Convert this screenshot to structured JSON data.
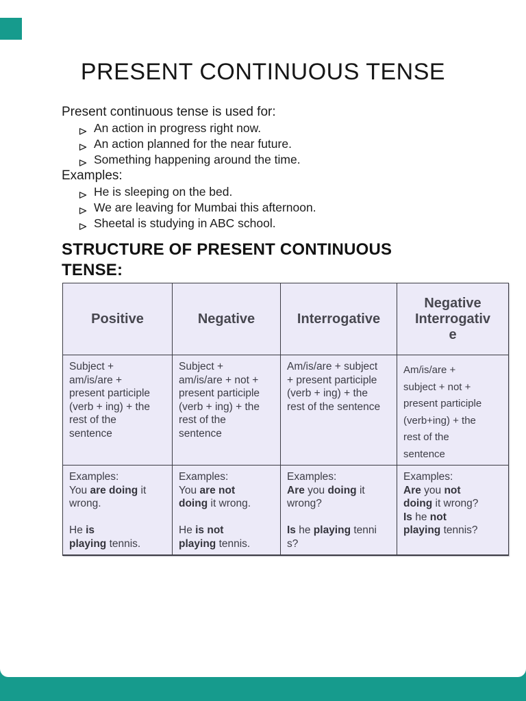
{
  "colors": {
    "accent_teal": "#169B8D",
    "table_cell_bg": "#ECEAF8",
    "table_border": "#3B3B43",
    "table_text": "#3C3C45",
    "table_header_text": "#47474F"
  },
  "doc": {
    "title": "PRESENT CONTINUOUS TENSE",
    "intro": {
      "lead": "Present continuous tense is used for:",
      "bullets": [
        "An action in progress right now.",
        "An action planned for the near future.",
        "Something happening around the time."
      ],
      "examples_label": "Examples:",
      "example_bullets": [
        "He is sleeping on the bed.",
        "We are leaving for Mumbai this afternoon.",
        "Sheetal is studying in ABC school."
      ]
    },
    "section_heading": "STRUCTURE OF PRESENT CONTINUOUS TENSE:",
    "table": {
      "columns": [
        {
          "header": "Positive",
          "header_lines": [
            "Positive"
          ],
          "structure": "Subject + am/is/are + present participle (verb + ing) + the rest of the sentence",
          "structure_lines": [
            "Subject +",
            "am/is/are +",
            "present participle",
            "(verb + ing) + the",
            "rest of the",
            "sentence"
          ],
          "examples_lines": [
            [
              {
                "t": "Examples:"
              }
            ],
            [
              {
                "t": "You "
              },
              {
                "t": "are doing",
                "b": true
              },
              {
                "t": " it"
              }
            ],
            [
              {
                "t": "wrong."
              }
            ],
            [
              {
                "t": ""
              }
            ],
            [
              {
                "t": "He "
              },
              {
                "t": "is",
                "b": true
              }
            ],
            [
              {
                "t": "playing",
                "b": true
              },
              {
                "t": " tennis."
              }
            ]
          ]
        },
        {
          "header": "Negative",
          "header_lines": [
            "Negative"
          ],
          "structure": "Subject + am/is/are + not + present participle (verb + ing) + the rest of the sentence",
          "structure_lines": [
            "Subject +",
            "am/is/are + not +",
            "present participle",
            "(verb + ing) + the",
            "rest of the",
            "sentence"
          ],
          "examples_lines": [
            [
              {
                "t": "Examples:"
              }
            ],
            [
              {
                "t": "You "
              },
              {
                "t": "are not",
                "b": true
              }
            ],
            [
              {
                "t": "doing",
                "b": true
              },
              {
                "t": " it wrong."
              }
            ],
            [
              {
                "t": ""
              }
            ],
            [
              {
                "t": "He "
              },
              {
                "t": "is not",
                "b": true
              }
            ],
            [
              {
                "t": "playing",
                "b": true
              },
              {
                "t": " tennis."
              }
            ]
          ]
        },
        {
          "header": "Interrogative",
          "header_lines": [
            "Interrogative"
          ],
          "structure": "Am/is/are + subject + present participle (verb + ing) + the rest of the sentence",
          "structure_lines": [
            "Am/is/are + subject",
            "+ present participle",
            "(verb + ing) + the",
            "rest of the sentence"
          ],
          "examples_lines": [
            [
              {
                "t": "Examples:"
              }
            ],
            [
              {
                "t": "Are",
                "b": true
              },
              {
                "t": " you "
              },
              {
                "t": "doing",
                "b": true
              },
              {
                "t": " it"
              }
            ],
            [
              {
                "t": "wrong?"
              }
            ],
            [
              {
                "t": ""
              }
            ],
            [
              {
                "t": "Is",
                "b": true
              },
              {
                "t": " he "
              },
              {
                "t": "playing",
                "b": true
              },
              {
                "t": " tenni"
              }
            ],
            [
              {
                "t": "s?"
              }
            ]
          ]
        },
        {
          "header": "Negative Interrogative",
          "header_lines": [
            "Negative",
            "Interrogativ",
            "e"
          ],
          "structure": "Am/is/are + subject + not + present participle (verb+ing) + the rest of the sentence",
          "structure_lines": [
            "Am/is/are +",
            "subject + not +",
            "present participle",
            "(verb+ing) + the",
            "rest of the",
            "sentence"
          ],
          "examples_lines": [
            [
              {
                "t": "Examples:"
              }
            ],
            [
              {
                "t": "Are",
                "b": true
              },
              {
                "t": " you "
              },
              {
                "t": "not",
                "b": true
              }
            ],
            [
              {
                "t": "doing",
                "b": true
              },
              {
                "t": " it wrong?"
              }
            ],
            [
              {
                "t": "Is",
                "b": true
              },
              {
                "t": " he "
              },
              {
                "t": "not",
                "b": true
              }
            ],
            [
              {
                "t": "playing",
                "b": true
              },
              {
                "t": " tennis?"
              }
            ]
          ]
        }
      ]
    }
  }
}
